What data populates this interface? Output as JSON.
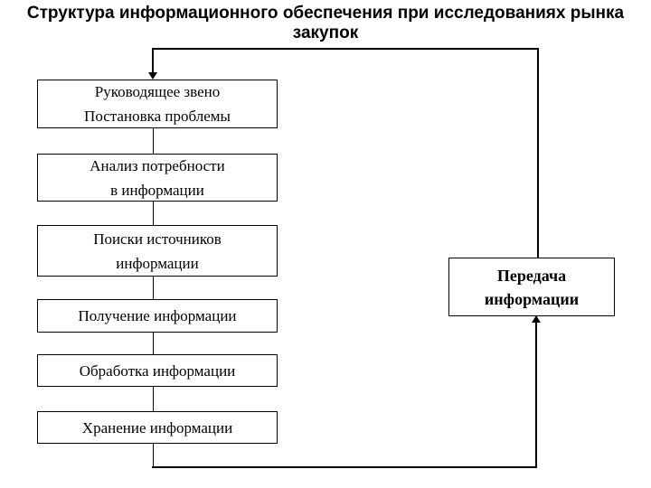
{
  "slide": {
    "title": "Структура информационного обеспечения при исследованиях рынка закупок"
  },
  "diagram": {
    "flow_boxes": [
      {
        "label": "Руководящее звено\nПостановка проблемы"
      },
      {
        "label": "Анализ потребности\nв информации"
      },
      {
        "label": "Поиски источников\nинформации"
      },
      {
        "label": "Получение информации"
      },
      {
        "label": "Обработка информации"
      },
      {
        "label": "Хранение информации"
      }
    ],
    "side_box": {
      "label": "Передача\nинформации"
    },
    "colors": {
      "line": "#000000",
      "background": "#ffffff",
      "text": "#000000"
    }
  }
}
